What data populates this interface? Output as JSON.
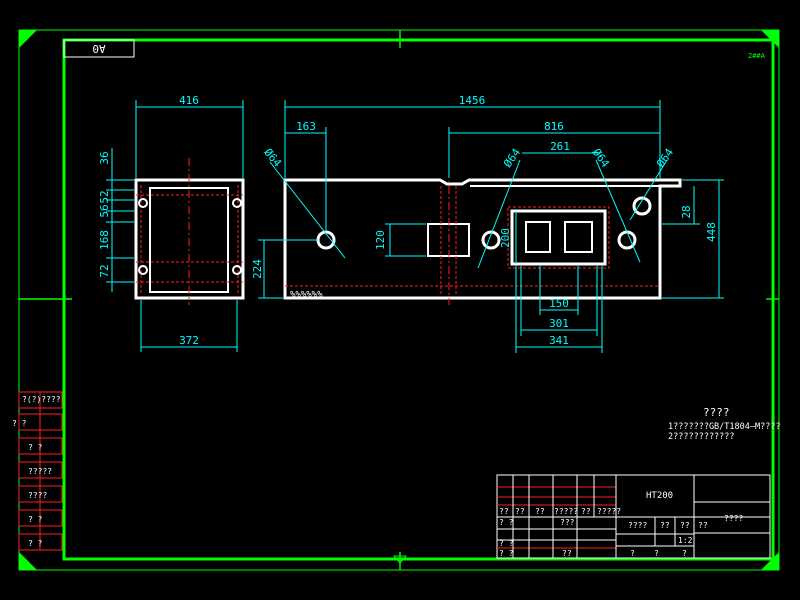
{
  "sheet": {
    "size_label": "A0",
    "corner_note": "2##A",
    "colors": {
      "frame": "#00ff00",
      "dimension": "#00ffff",
      "outline": "#ffffff",
      "hidden": "#ff2020",
      "background": "#000000"
    }
  },
  "dimensions": {
    "left_width_top": "416",
    "left_width_bottom": "372",
    "left_h1": "36",
    "left_h2": "52",
    "left_h3": "56",
    "left_h4": "168",
    "left_h5": "72",
    "overall_length": "1456",
    "offset_163": "163",
    "length_816": "816",
    "spacing_261": "261",
    "dia_1": "Ø64",
    "dia_2": "Ø64",
    "dia_3": "Ø64",
    "dia_4": "Ø64",
    "height_224": "224",
    "height_120": "120",
    "height_200": "200",
    "height_28": "28",
    "height_448": "448",
    "width_150": "150",
    "width_301": "301",
    "width_341": "341"
  },
  "surface_note": "%%%%%%",
  "tech_notes": {
    "title": "????",
    "line1": "1???????GB/T1804—M????",
    "line2": "2????????????"
  },
  "side_table": [
    "?(?)????",
    "?  ?",
    "?  ?",
    "?????",
    "????",
    "?  ?",
    "?  ?"
  ],
  "title_block": {
    "material": "HT200",
    "part_name": "????",
    "scale": "1:2",
    "cells": {
      "r1c1": "??",
      "r1c2": "??",
      "r1c3": "??",
      "r1c4": "?????",
      "r1c5": "??",
      "r1c6": "?????",
      "r2c1": "? ?",
      "r2c4": "???",
      "r3c1": "? ?",
      "r4c1": "? ?",
      "r4c4": "??",
      "m1": "????",
      "m2": "??",
      "m3": "??",
      "m4": "??",
      "b1": "?",
      "b2": "?",
      "b3": "?"
    }
  }
}
